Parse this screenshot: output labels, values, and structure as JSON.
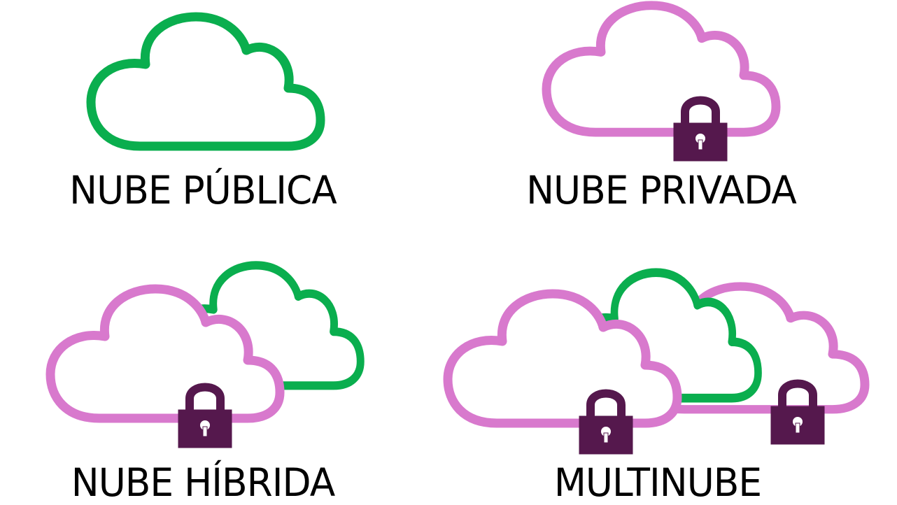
{
  "colors": {
    "public_cloud": "#0aae4e",
    "private_cloud": "#d879cd",
    "lock": "#55184d",
    "text": "#000000",
    "background": "#ffffff"
  },
  "icons": {
    "cloud": "cloud-outline-icon",
    "lock": "padlock-icon"
  },
  "items": [
    {
      "label": "NUBE PÚBLICA"
    },
    {
      "label": "NUBE PRIVADA"
    },
    {
      "label": "NUBE HÍBRIDA"
    },
    {
      "label": "MULTINUBE"
    }
  ]
}
